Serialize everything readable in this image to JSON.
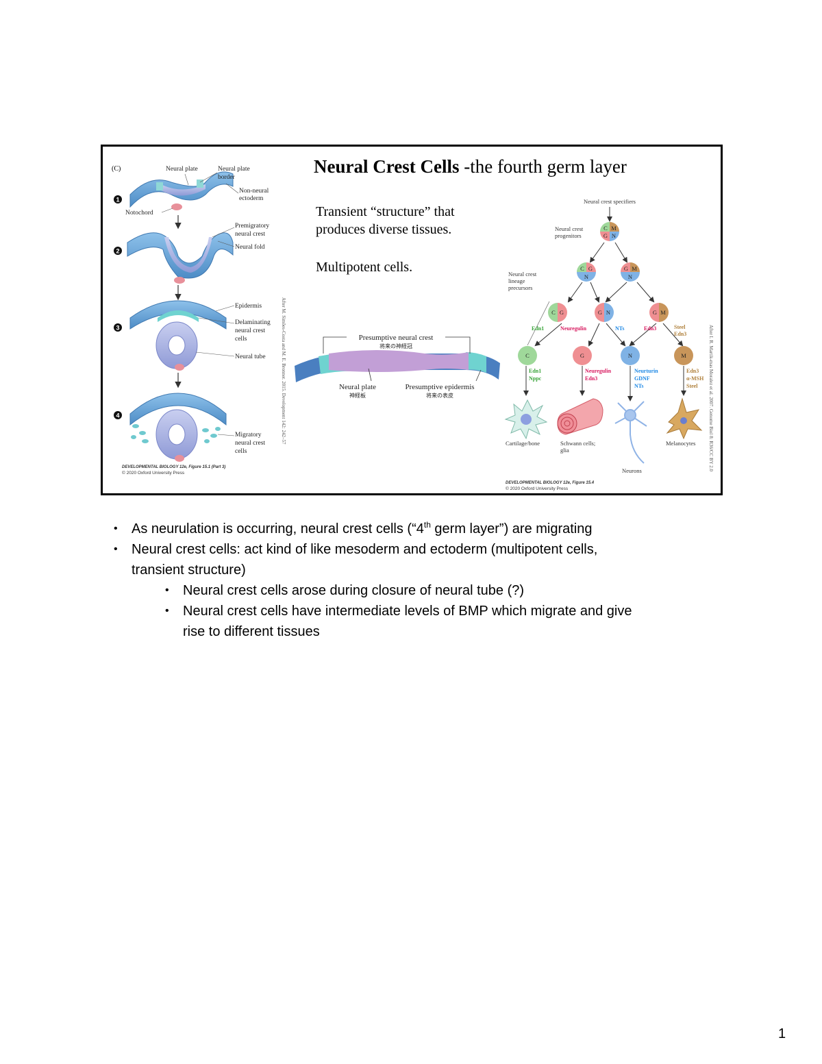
{
  "slide": {
    "title_bold": "Neural Crest Cells",
    "title_rest": "-the fourth germ layer",
    "text_lines": [
      "Transient “structure” that",
      "produces diverse tissues."
    ],
    "text2": "Multipotent cells."
  },
  "left_figure": {
    "panel_label": "(C)",
    "labels": {
      "neural_plate": "Neural plate",
      "neural_plate_border": [
        "Neural plate",
        "border"
      ],
      "non_neural_ectoderm": [
        "Non-neural",
        "ectoderm"
      ],
      "notochord": "Notochord",
      "premigratory": [
        "Premigratory",
        "neural crest"
      ],
      "neural_fold": "Neural fold",
      "epidermis": "Epidermis",
      "delaminating": [
        "Delaminating",
        "neural crest",
        "cells"
      ],
      "neural_tube": "Neural tube",
      "migratory": [
        "Migratory",
        "neural crest",
        "cells"
      ]
    },
    "steps": [
      "1",
      "2",
      "3",
      "4"
    ],
    "credit_vertical": "After M. Simões-Costa and M. E. Bronner. 2015. Development 142: 242–57",
    "caption": [
      "DEVELOPMENTAL BIOLOGY 12e, Figure 15.1 (Part 3)",
      "© 2020 Oxford University Press"
    ]
  },
  "middle_figure": {
    "presumptive_crest": "Presumptive neural crest",
    "presumptive_crest_jp": "将来の神経冠",
    "neural_plate": "Neural plate",
    "neural_plate_jp": "神経板",
    "presumptive_epidermis": "Presumptive epidermis",
    "presumptive_epidermis_jp": "将来の表皮"
  },
  "right_figure": {
    "specifiers": "Neural crest specifiers",
    "progenitors": [
      "Neural crest",
      "progenitors"
    ],
    "lineage": [
      "Neural crest",
      "lineage",
      "precursors"
    ],
    "cell_letters": [
      "C",
      "M",
      "G",
      "N"
    ],
    "signals": {
      "edn1": "Edn1",
      "neuregulin": "Neuregulin",
      "nts": "NTs",
      "edn3": "Edn3",
      "steel": "Steel"
    },
    "factors": {
      "c": [
        "Edn1",
        "Nppc"
      ],
      "g": [
        "Neuregulin",
        "Edn3"
      ],
      "n": [
        "Neurturin",
        "GDNF",
        "NTs"
      ],
      "m": [
        "Edn3",
        "α-MSH",
        "Steel"
      ]
    },
    "outcomes": {
      "cartilage": "Cartilage/bone",
      "schwann": [
        "Schwann cells;",
        "glia"
      ],
      "neurons": "Neurons",
      "melanocytes": "Melanocytes"
    },
    "credit_vertical": "After I. R. Martik-mas Moralez et al. 2007. Genome Biol 8: R36/CC BY 2.0",
    "caption": [
      "DEVELOPMENTAL BIOLOGY 12e, Figure 15.4",
      "© 2020 Oxford University Press"
    ]
  },
  "colors": {
    "c": "#9fd89a",
    "m": "#c8955a",
    "g": "#ef8f92",
    "n": "#7fb2e5",
    "edn1": "#3aa43a",
    "neuregulin": "#d81b60",
    "nts": "#1e88e5",
    "edn3": "#d81b60",
    "steel": "#b0813c",
    "tissue_blue": "#5b9bd5",
    "plate": "#b8a0d8",
    "crest": "#6fd3d0"
  },
  "notes": {
    "b1_pre": "As neurulation is occurring, neural crest cells (“4",
    "b1_sup": "th",
    "b1_post": " germ layer”) are migrating",
    "b2": "Neural crest cells: act kind of like mesoderm and ectoderm (multipotent cells,",
    "b2_cont": "transient structure)",
    "b3": "Neural crest cells arose during closure of neural tube (?)",
    "b4": "Neural crest cells have intermediate levels of BMP which migrate and give",
    "b4_cont": "rise to different tissues",
    "bullet": "•"
  },
  "page_number": "1"
}
